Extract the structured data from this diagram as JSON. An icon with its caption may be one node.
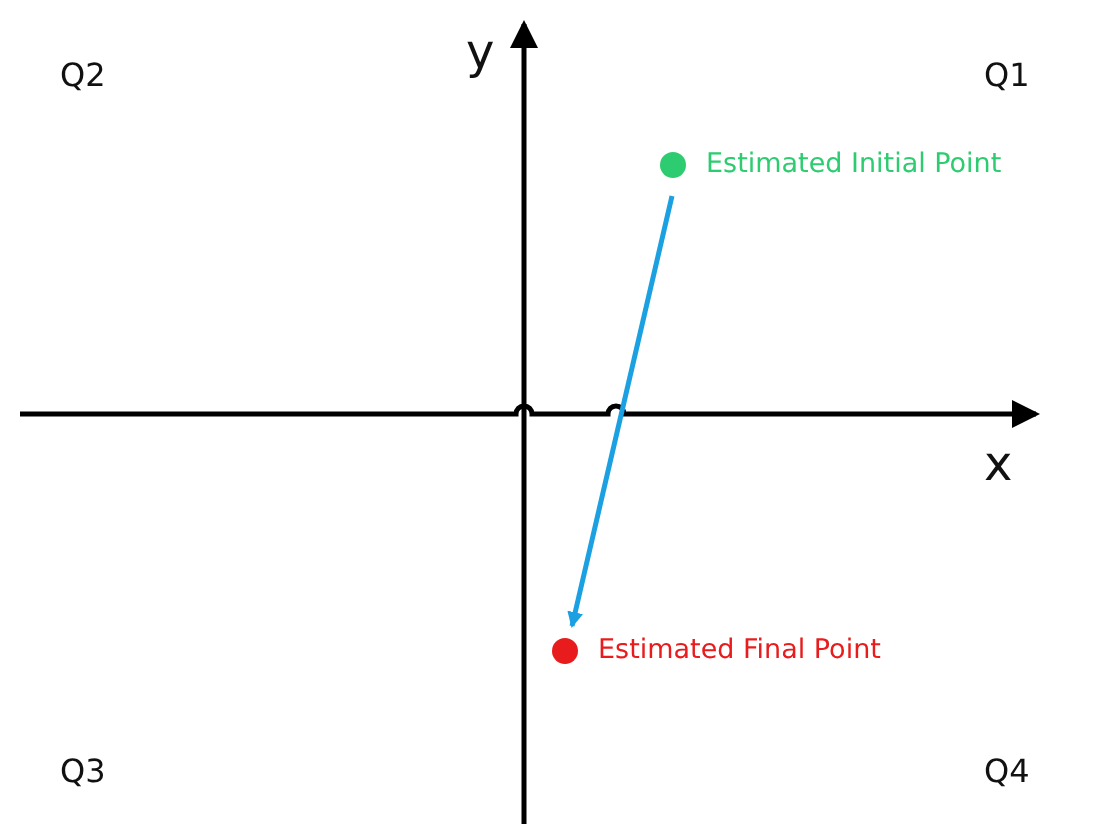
{
  "diagram": {
    "nodes": [
      {
        "text": [
          "Estimated Initial Point"
        ]
      },
      {
        "text": [
          "Estimated Final Point"
        ]
      }
    ],
    "edges": [
      {
        "from": 0,
        "to": 1,
        "arrow": "to",
        "color": "#1ba1e2"
      }
    ],
    "labels": [
      "Q2",
      "y",
      "Q1",
      "x",
      "Q3",
      "Q4"
    ]
  }
}
